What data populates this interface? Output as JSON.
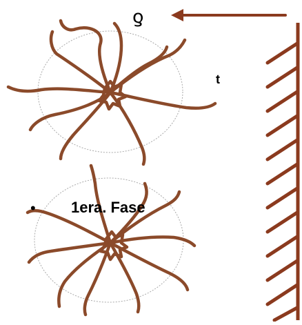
{
  "diagram": {
    "symbol": "ƍ",
    "thickness_label": "t",
    "bullet_glyph": "•",
    "phase_label": "1era. Fase"
  },
  "colors": {
    "polymer_chain": "#8b4a2a",
    "wall": "#8b3a1e",
    "arrow": "#8b3a1e",
    "guide_circle": "#a8a8a8",
    "text": "#000000"
  },
  "icons": {
    "arrow": "arrow-left-icon",
    "wall": "hatched-wall-icon",
    "molecule": "polymer-coil-icon"
  }
}
